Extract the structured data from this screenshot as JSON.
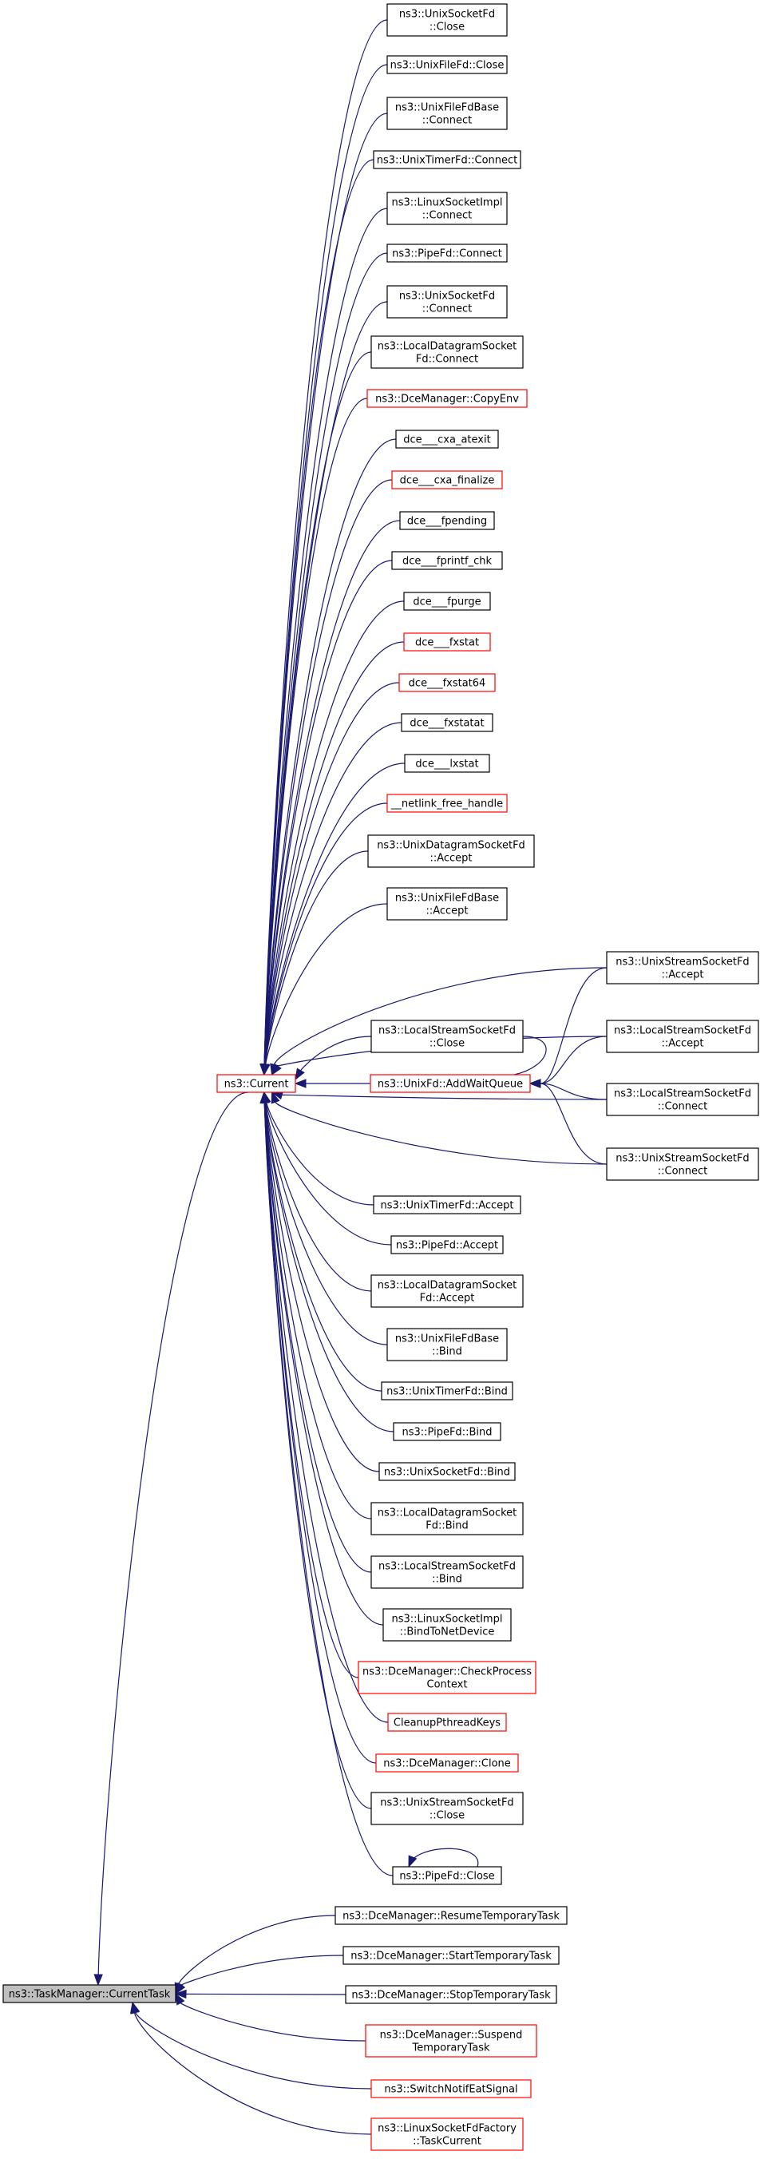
{
  "graph": {
    "root": {
      "label": [
        "ns3::TaskManager::CurrentTask"
      ]
    },
    "current": {
      "label": [
        "ns3::Current"
      ],
      "color": "#ff0000"
    },
    "addwait": {
      "label": [
        "ns3::UnixFd::AddWaitQueue"
      ],
      "color": "#ff0000"
    },
    "colors": {
      "edge": "#191970",
      "black_border": "#000000",
      "red_border": "#ff0000",
      "root_fill": "#bfbfbf"
    },
    "callers_of_current": [
      {
        "id": "c1",
        "label": [
          "ns3::UnixSocketFd",
          "::Close"
        ],
        "red": false
      },
      {
        "id": "c2",
        "label": [
          "ns3::UnixFileFd::Close"
        ],
        "red": false
      },
      {
        "id": "c3",
        "label": [
          "ns3::UnixFileFdBase",
          "::Connect"
        ],
        "red": false
      },
      {
        "id": "c4",
        "label": [
          "ns3::UnixTimerFd::Connect"
        ],
        "red": false
      },
      {
        "id": "c5",
        "label": [
          "ns3::LinuxSocketImpl",
          "::Connect"
        ],
        "red": false
      },
      {
        "id": "c6",
        "label": [
          "ns3::PipeFd::Connect"
        ],
        "red": false
      },
      {
        "id": "c7",
        "label": [
          "ns3::UnixSocketFd",
          "::Connect"
        ],
        "red": false
      },
      {
        "id": "c8",
        "label": [
          "ns3::LocalDatagramSocket",
          "Fd::Connect"
        ],
        "red": false
      },
      {
        "id": "c9",
        "label": [
          "ns3::DceManager::CopyEnv"
        ],
        "red": true
      },
      {
        "id": "c10",
        "label": [
          "dce___cxa_atexit"
        ],
        "red": false
      },
      {
        "id": "c11",
        "label": [
          "dce___cxa_finalize"
        ],
        "red": true
      },
      {
        "id": "c12",
        "label": [
          "dce___fpending"
        ],
        "red": false
      },
      {
        "id": "c13",
        "label": [
          "dce___fprintf_chk"
        ],
        "red": false
      },
      {
        "id": "c14",
        "label": [
          "dce___fpurge"
        ],
        "red": false
      },
      {
        "id": "c15",
        "label": [
          "dce___fxstat"
        ],
        "red": true
      },
      {
        "id": "c16",
        "label": [
          "dce___fxstat64"
        ],
        "red": true
      },
      {
        "id": "c17",
        "label": [
          "dce___fxstatat"
        ],
        "red": false
      },
      {
        "id": "c18",
        "label": [
          "dce___lxstat"
        ],
        "red": false
      },
      {
        "id": "c19",
        "label": [
          "__netlink_free_handle"
        ],
        "red": true
      },
      {
        "id": "c20",
        "label": [
          "ns3::UnixDatagramSocketFd",
          "::Accept"
        ],
        "red": false
      },
      {
        "id": "c21",
        "label": [
          "ns3::UnixFileFdBase",
          "::Accept"
        ],
        "red": false
      },
      {
        "id": "c22",
        "label": [
          "ns3::LocalStreamSocketFd",
          "::Close"
        ],
        "red": false
      },
      {
        "id": "c23",
        "label": [
          "ns3::UnixTimerFd::Accept"
        ],
        "red": false
      },
      {
        "id": "c24",
        "label": [
          "ns3::PipeFd::Accept"
        ],
        "red": false
      },
      {
        "id": "c25",
        "label": [
          "ns3::LocalDatagramSocket",
          "Fd::Accept"
        ],
        "red": false
      },
      {
        "id": "c26",
        "label": [
          "ns3::UnixFileFdBase",
          "::Bind"
        ],
        "red": false
      },
      {
        "id": "c27",
        "label": [
          "ns3::UnixTimerFd::Bind"
        ],
        "red": false
      },
      {
        "id": "c28",
        "label": [
          "ns3::PipeFd::Bind"
        ],
        "red": false
      },
      {
        "id": "c29",
        "label": [
          "ns3::UnixSocketFd::Bind"
        ],
        "red": false
      },
      {
        "id": "c30",
        "label": [
          "ns3::LocalDatagramSocket",
          "Fd::Bind"
        ],
        "red": false
      },
      {
        "id": "c31",
        "label": [
          "ns3::LocalStreamSocketFd",
          "::Bind"
        ],
        "red": false
      },
      {
        "id": "c32",
        "label": [
          "ns3::LinuxSocketImpl",
          "::BindToNetDevice"
        ],
        "red": false
      },
      {
        "id": "c33",
        "label": [
          "ns3::DceManager::CheckProcess",
          "Context"
        ],
        "red": true
      },
      {
        "id": "c34",
        "label": [
          "CleanupPthreadKeys"
        ],
        "red": true
      },
      {
        "id": "c35",
        "label": [
          "ns3::DceManager::Clone"
        ],
        "red": true
      },
      {
        "id": "c36",
        "label": [
          "ns3::UnixStreamSocketFd",
          "::Close"
        ],
        "red": false
      },
      {
        "id": "c37",
        "label": [
          "ns3::PipeFd::Close"
        ],
        "red": false
      }
    ],
    "right_column": [
      {
        "id": "r1",
        "label": [
          "ns3::UnixStreamSocketFd",
          "::Accept"
        ],
        "red": false
      },
      {
        "id": "r2",
        "label": [
          "ns3::LocalStreamSocketFd",
          "::Accept"
        ],
        "red": false
      },
      {
        "id": "r3",
        "label": [
          "ns3::LocalStreamSocketFd",
          "::Connect"
        ],
        "red": false
      },
      {
        "id": "r4",
        "label": [
          "ns3::UnixStreamSocketFd",
          "::Connect"
        ],
        "red": false
      }
    ],
    "callers_of_currenttask": [
      {
        "id": "t1",
        "label": [
          "ns3::DceManager::ResumeTemporaryTask"
        ],
        "red": false
      },
      {
        "id": "t2",
        "label": [
          "ns3::DceManager::StartTemporaryTask"
        ],
        "red": false
      },
      {
        "id": "t3",
        "label": [
          "ns3::DceManager::StopTemporaryTask"
        ],
        "red": false
      },
      {
        "id": "t4",
        "label": [
          "ns3::DceManager::Suspend",
          "TemporaryTask"
        ],
        "red": true
      },
      {
        "id": "t5",
        "label": [
          "ns3::SwitchNotifEatSignal"
        ],
        "red": true
      },
      {
        "id": "t6",
        "label": [
          "ns3::LinuxSocketFdFactory",
          "::TaskCurrent"
        ],
        "red": true
      }
    ]
  }
}
